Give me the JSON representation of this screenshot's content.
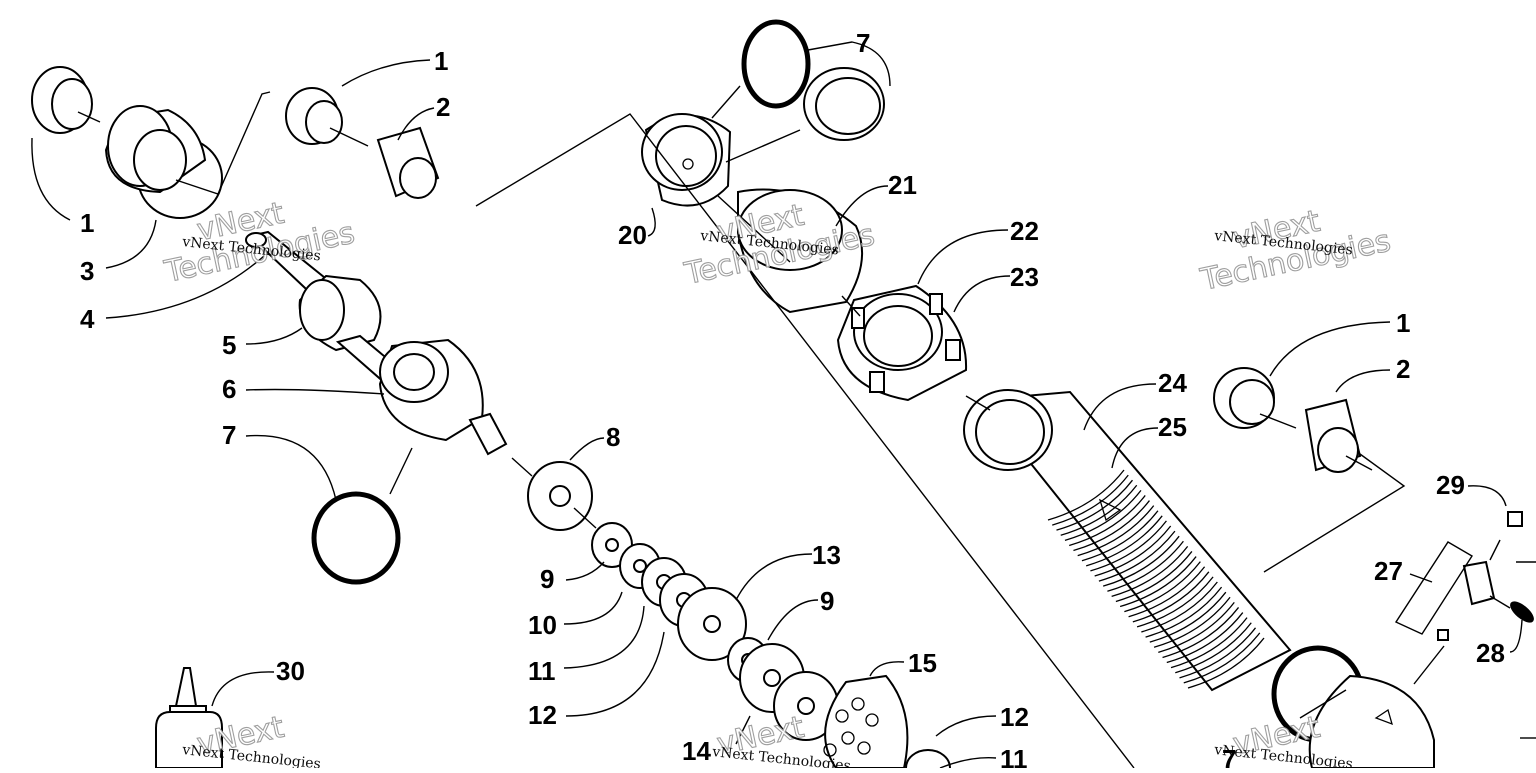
{
  "diagram": {
    "callouts": [
      {
        "id": "c-1a",
        "label": "1"
      },
      {
        "id": "c-1b",
        "label": "1"
      },
      {
        "id": "c-2a",
        "label": "2"
      },
      {
        "id": "c-3",
        "label": "3"
      },
      {
        "id": "c-4",
        "label": "4"
      },
      {
        "id": "c-5",
        "label": "5"
      },
      {
        "id": "c-6",
        "label": "6"
      },
      {
        "id": "c-7a",
        "label": "7"
      },
      {
        "id": "c-7b",
        "label": "7"
      },
      {
        "id": "c-8",
        "label": "8"
      },
      {
        "id": "c-9a",
        "label": "9"
      },
      {
        "id": "c-9b",
        "label": "9"
      },
      {
        "id": "c-10",
        "label": "10"
      },
      {
        "id": "c-11a",
        "label": "11"
      },
      {
        "id": "c-11b",
        "label": "11"
      },
      {
        "id": "c-12a",
        "label": "12"
      },
      {
        "id": "c-12b",
        "label": "12"
      },
      {
        "id": "c-13",
        "label": "13"
      },
      {
        "id": "c-14",
        "label": "14"
      },
      {
        "id": "c-15",
        "label": "15"
      },
      {
        "id": "c-20",
        "label": "20"
      },
      {
        "id": "c-21",
        "label": "21"
      },
      {
        "id": "c-22",
        "label": "22"
      },
      {
        "id": "c-23",
        "label": "23"
      },
      {
        "id": "c-24",
        "label": "24"
      },
      {
        "id": "c-25",
        "label": "25"
      },
      {
        "id": "c-1c",
        "label": "1"
      },
      {
        "id": "c-2b",
        "label": "2"
      },
      {
        "id": "c-29",
        "label": "29"
      },
      {
        "id": "c-27",
        "label": "27"
      },
      {
        "id": "c-28",
        "label": "28"
      },
      {
        "id": "c-30",
        "label": "30"
      },
      {
        "id": "c-7c",
        "label": "7"
      }
    ]
  },
  "watermark": {
    "small": "vNext Technologies",
    "big_top": "vNext",
    "big_bottom": "Technologies"
  }
}
